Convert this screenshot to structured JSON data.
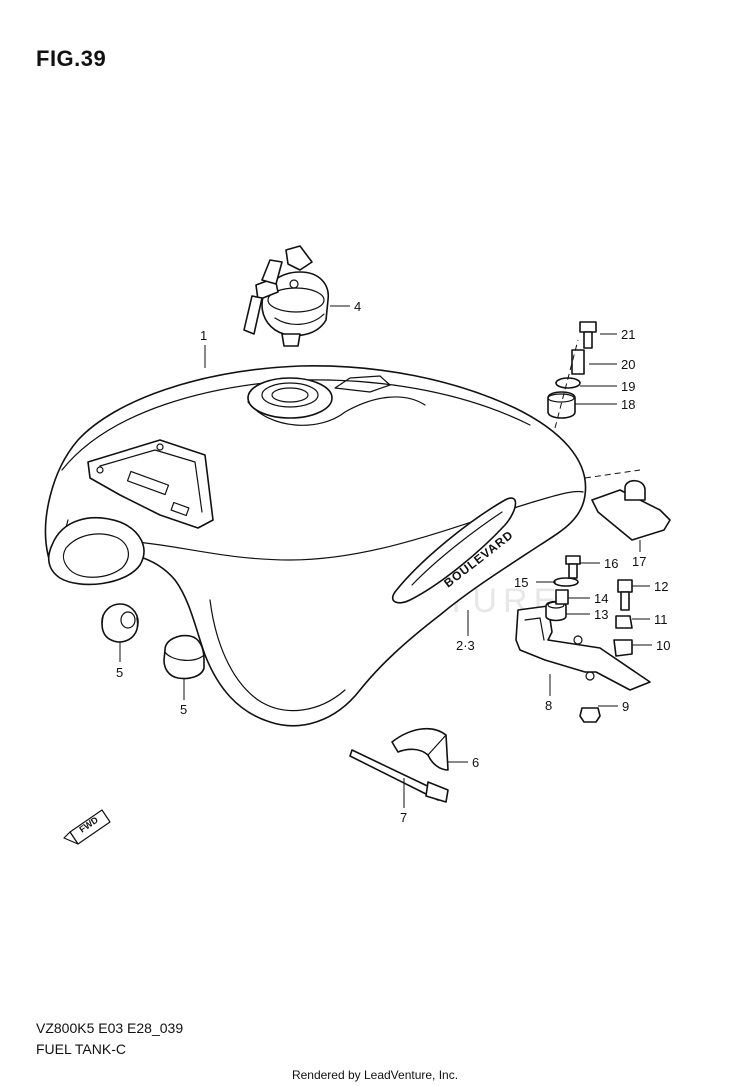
{
  "figure": {
    "title": "FIG.39"
  },
  "footer": {
    "model_code": "VZ800K5 E03 E28_039",
    "section_name": "FUEL TANK-C",
    "rendered_by": "Rendered by LeadVenture, Inc."
  },
  "watermark": {
    "text": "LEADVENTURE"
  },
  "fwd_arrow": {
    "label": "FWD"
  },
  "tank_emblem": {
    "text": "BOULEVARD"
  },
  "callouts": {
    "c1": "1",
    "c23": "2·3",
    "c4": "4",
    "c5a": "5",
    "c5b": "5",
    "c6": "6",
    "c7": "7",
    "c8": "8",
    "c9": "9",
    "c10": "10",
    "c11": "11",
    "c12": "12",
    "c13": "13",
    "c14": "14",
    "c15": "15",
    "c16": "16",
    "c17": "17",
    "c18": "18",
    "c19": "19",
    "c20": "20",
    "c21": "21"
  }
}
